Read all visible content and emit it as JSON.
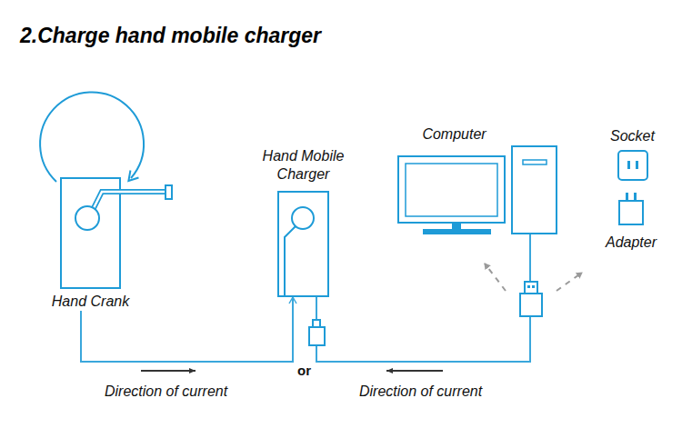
{
  "diagram": {
    "title": "2.Charge hand mobile charger",
    "nodes": [
      {
        "text": [
          "Hand Crank"
        ]
      },
      {
        "text": [
          "Hand Mobile Charger"
        ]
      },
      {
        "text": [
          "Computer"
        ]
      },
      {
        "text": [
          "Socket"
        ]
      },
      {
        "text": [
          "Adapter"
        ]
      }
    ],
    "edges": [
      {
        "from": 0,
        "to": 1,
        "arrow": "to"
      },
      {
        "from": 2,
        "to": 1,
        "arrow": "none"
      }
    ],
    "labels": [
      "or",
      "Direction of current",
      "Direction of current"
    ]
  }
}
